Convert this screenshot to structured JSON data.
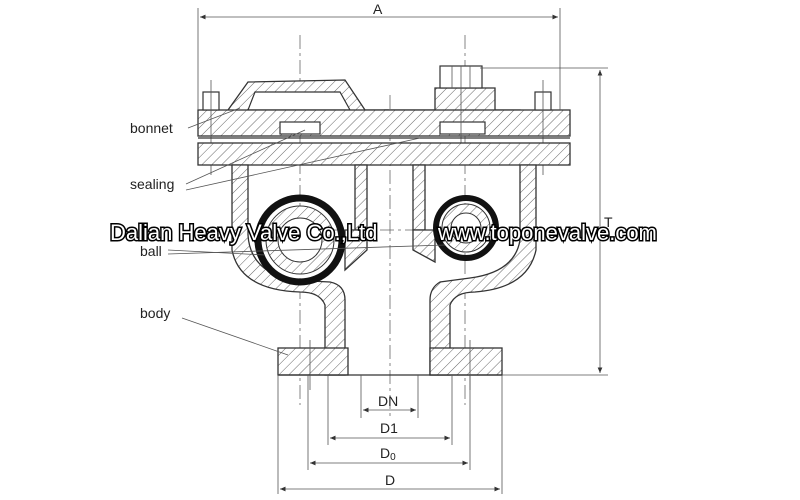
{
  "labels": {
    "bonnet": "bonnet",
    "sealing": "sealing",
    "ball": "ball",
    "body": "body"
  },
  "dimensions": {
    "A": "A",
    "T": "T",
    "DN": "DN",
    "D1": "D1",
    "D0_base": "D",
    "D0_sub": "0",
    "D": "D"
  },
  "watermark": {
    "company": "Dalian Heavy Valve Co.,Ltd",
    "website": "www.toponevalve.com"
  }
}
